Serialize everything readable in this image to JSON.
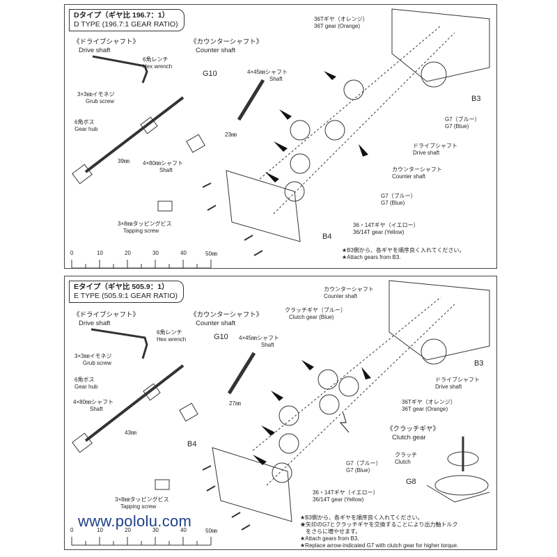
{
  "panel_d": {
    "title_jp": "Dタイプ（ギヤ比 196.7：1）",
    "title_en": "D TYPE (196.7:1 GEAR RATIO)",
    "drive_shaft_jp": "《ドライブシャフト》",
    "drive_shaft_en": "Drive shaft",
    "counter_shaft_jp": "《カウンターシャフト》",
    "counter_shaft_en": "Counter shaft",
    "hex_wrench_jp": "6角レンチ",
    "hex_wrench_en": "Hex wrench",
    "grub_screw_jp": "3×3㎜イモネジ",
    "grub_screw_en": "Grub screw",
    "gear_hub_jp": "6角ボス",
    "gear_hub_en": "Gear hub",
    "shaft80_jp": "4×80㎜シャフト",
    "shaft80_en": "Shaft",
    "len_39": "39㎜",
    "g10": "G10",
    "shaft45_jp": "4×45㎜シャフト",
    "shaft45_en": "Shaft",
    "len_23": "23㎜",
    "gear36_jp": "36Tギヤ（オレンジ）",
    "gear36_en": "36T gear (Orange)",
    "b3": "B3",
    "g7_jp_a": "G7（ブルー）",
    "g7_en_a": "G7 (Blue)",
    "drive_shaft2_jp": "ドライブシャフト",
    "drive_shaft2_en": "Drive shaft",
    "counter_shaft2_jp": "カウンターシャフト",
    "counter_shaft2_en": "Counter shaft",
    "g7_jp_b": "G7（ブルー）",
    "g7_en_b": "G7 (Blue)",
    "gear3614_jp": "36・14Tギヤ（イエロー）",
    "gear3614_en": "36/14T gear (Yellow)",
    "tapping_jp": "3×8㎜タッピングビス",
    "tapping_en": "Tapping screw",
    "b4": "B4",
    "note1_jp": "★B3側から、各ギヤを順序良く入れてください。",
    "note1_en": "★Attach gears from B3.",
    "ruler": [
      "0",
      "10",
      "20",
      "30",
      "40",
      "50㎜"
    ]
  },
  "panel_e": {
    "title_jp": "Eタイプ（ギヤ比 505.9：1）",
    "title_en": "E TYPE (505.9:1 GEAR RATIO)",
    "drive_shaft_jp": "《ドライブシャフト》",
    "drive_shaft_en": "Drive shaft",
    "counter_shaft_jp": "《カウンターシャフト》",
    "counter_shaft_en": "Counter shaft",
    "hex_wrench_jp": "6角レンチ",
    "hex_wrench_en": "Hex wrench",
    "grub_screw_jp": "3×3㎜イモネジ",
    "grub_screw_en": "Grub screw",
    "gear_hub_jp": "6角ボス",
    "gear_hub_en": "Gear hub",
    "shaft80_jp": "4×80㎜シャフト",
    "shaft80_en": "Shaft",
    "len_43": "43㎜",
    "g10": "G10",
    "shaft45_jp": "4×45㎜シャフト",
    "shaft45_en": "Shaft",
    "len_27": "27㎜",
    "counter_shaft2_jp": "カウンターシャフト",
    "counter_shaft2_en": "Counter shaft",
    "clutch_gear_jp": "クラッチギヤ（ブルー）",
    "clutch_gear_en": "Clutch gear (Blue)",
    "b3": "B3",
    "drive_shaft2_jp": "ドライブシャフト",
    "drive_shaft2_en": "Drive shaft",
    "gear36_jp": "36Tギヤ（オレンジ）",
    "gear36_en": "36T gear (Orange)",
    "clutch_section_jp": "《クラッチギヤ》",
    "clutch_section_en": "Clutch gear",
    "clutch_jp": "クラッチ",
    "clutch_en": "Clutch",
    "g8": "G8",
    "b4": "B4",
    "g7_jp": "G7（ブルー）",
    "g7_en": "G7 (Blue)",
    "gear3614_jp": "36・14Tギヤ（イエロー）",
    "gear3614_en": "36/14T gear (Yellow)",
    "tapping_jp": "3×8㎜タッピングビス",
    "tapping_en": "Tapping screw",
    "note1_jp": "★B3側から、各ギヤを順序良く入れてください。",
    "note2_jp": "★矢印のG7とクラッチギヤを交換することにより出力軸トルク",
    "note3_jp": "をさらに増やせます。",
    "note1_en": "★Attach gears from B3.",
    "note2_en": "★Replace arrow-indicated G7 with clutch gear for higher torque.",
    "ruler": [
      "0",
      "10",
      "20",
      "30",
      "40",
      "50㎜"
    ]
  },
  "watermark": "www.pololu.com",
  "colors": {
    "line": "#333333",
    "watermark": "#1e3f8a"
  }
}
